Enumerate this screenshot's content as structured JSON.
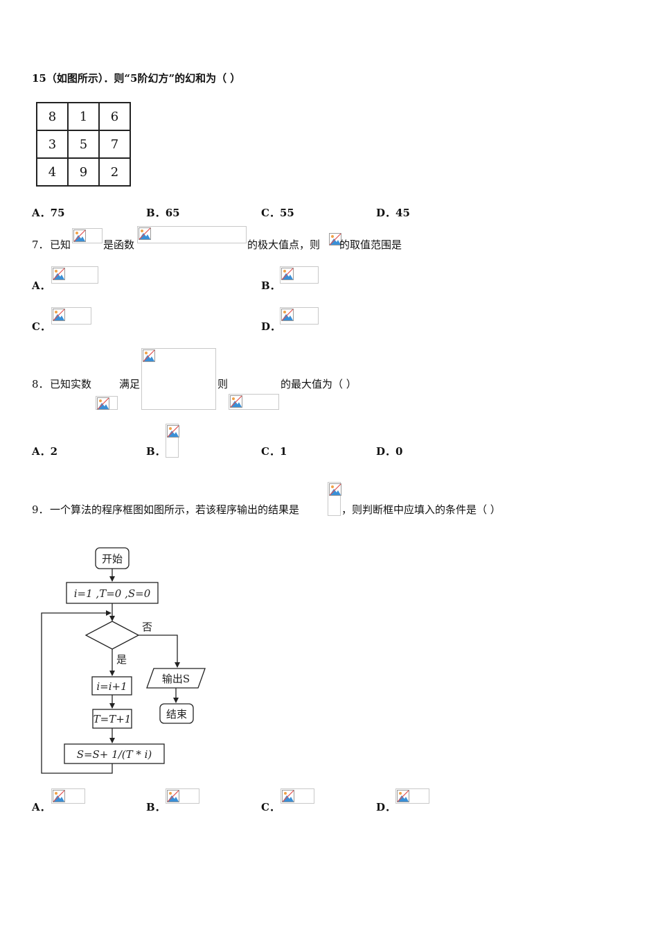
{
  "q6": {
    "stem": "15（如图所示）．则“5阶幻方”的幻和为（  ）",
    "grid": [
      [
        "8",
        "1",
        "6"
      ],
      [
        "3",
        "5",
        "7"
      ],
      [
        "4",
        "9",
        "2"
      ]
    ],
    "options": [
      {
        "label": "A．",
        "text": "75"
      },
      {
        "label": "B．",
        "text": "65"
      },
      {
        "label": "C．",
        "text": "55"
      },
      {
        "label": "D．",
        "text": "45"
      }
    ]
  },
  "q7": {
    "num": "7．",
    "t1": "已知",
    "t2": "是函数",
    "t3": "的极大值点，则",
    "t4": "的取值范围是",
    "options": [
      {
        "label": "A．"
      },
      {
        "label": "B．"
      },
      {
        "label": "C．"
      },
      {
        "label": "D．"
      }
    ]
  },
  "q8": {
    "num": "8．",
    "t1": "已知实数",
    "t2": "满足",
    "t3": "则",
    "t4": "的最大值为（    ）",
    "options": [
      {
        "label": "A．",
        "text": "2"
      },
      {
        "label": "B．",
        "text": ""
      },
      {
        "label": "C．",
        "text": "1"
      },
      {
        "label": "D．",
        "text": "0"
      }
    ]
  },
  "q9": {
    "num": "9．",
    "t1": "一个算法的程序框图如图所示，若该程序输出的结果是",
    "t2": "，则判断框中应填入的条件是（     ）",
    "flowchart": {
      "start": "开始",
      "init": "i=1 ,T=0 ,S=0",
      "no": "否",
      "yes": "是",
      "step1": "i=i+1",
      "step2": "T=T+1",
      "step3": "S=S+ 1/(T * i)",
      "output": "输出S",
      "end": "结束"
    },
    "options": [
      {
        "label": "A．"
      },
      {
        "label": "B．"
      },
      {
        "label": "C．"
      },
      {
        "label": "D．"
      }
    ]
  },
  "icon": "broken-image-icon"
}
